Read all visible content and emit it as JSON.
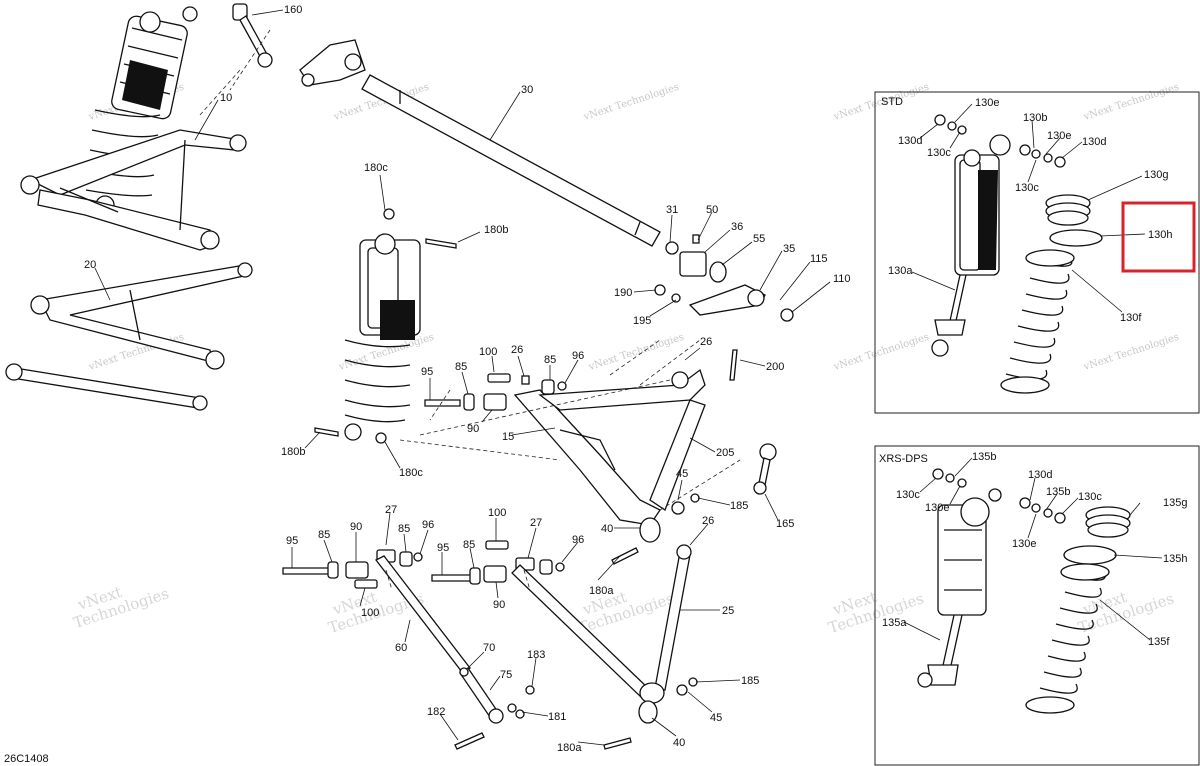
{
  "figure": {
    "code": "26C1408",
    "watermark": "vNext Technologies",
    "watermark_line1": "vNext",
    "watermark_line2": "Technologies"
  },
  "panels": {
    "std": {
      "title": "STD"
    },
    "xrs": {
      "title": "XRS-DPS"
    }
  },
  "highlight": {
    "label": "130h",
    "color": "#d9232a"
  },
  "colors": {
    "line": "#111111",
    "watermark": "#9a9a9a"
  },
  "labels": {
    "l160": "160",
    "l10": "10",
    "l30": "30",
    "l20": "20",
    "l180c_a": "180c",
    "l180b_a": "180b",
    "l180b_b": "180b",
    "l180c_b": "180c",
    "l31": "31",
    "l50": "50",
    "l36": "36",
    "l55": "55",
    "l35": "35",
    "l115": "115",
    "l110": "110",
    "l190": "190",
    "l195": "195",
    "l100_a": "100",
    "l26_a": "26",
    "l85_a": "85",
    "l96_a": "96",
    "l95_a": "95",
    "l85_b": "85",
    "l90_a": "90",
    "l15": "15",
    "l26_b": "26",
    "l200": "200",
    "l205": "205",
    "l45_a": "45",
    "l185_a": "185",
    "l165": "165",
    "l40_a": "40",
    "l180a_a": "180a",
    "l27_a": "27",
    "l95_b": "95",
    "l85_c": "85",
    "l90_b": "90",
    "l85_d": "85",
    "l96_b": "96",
    "l100_b": "100",
    "l60": "60",
    "l100_c": "100",
    "l27_b": "27",
    "l95_c": "95",
    "l85_e": "85",
    "l96_c": "96",
    "l90_c": "90",
    "l26_c": "26",
    "l25": "25",
    "l70": "70",
    "l75": "75",
    "l183": "183",
    "l182": "182",
    "l181": "181",
    "l185_b": "185",
    "l45_b": "45",
    "l40_b": "40",
    "l180a_b": "180a",
    "l130e_a": "130e",
    "l130d_a": "130d",
    "l130c_a": "130c",
    "l130b": "130b",
    "l130e_b": "130e",
    "l130d_b": "130d",
    "l130c_b": "130c",
    "l130g": "130g",
    "l130a": "130a",
    "l130f": "130f",
    "l135b_a": "135b",
    "l130c_c": "130c",
    "l130e_c": "130e",
    "l130d_c": "130d",
    "l135b_b": "135b",
    "l130c_d": "130c",
    "l135g": "135g",
    "l130e_d": "130e",
    "l135h": "135h",
    "l135a": "135a",
    "l135f": "135f"
  }
}
